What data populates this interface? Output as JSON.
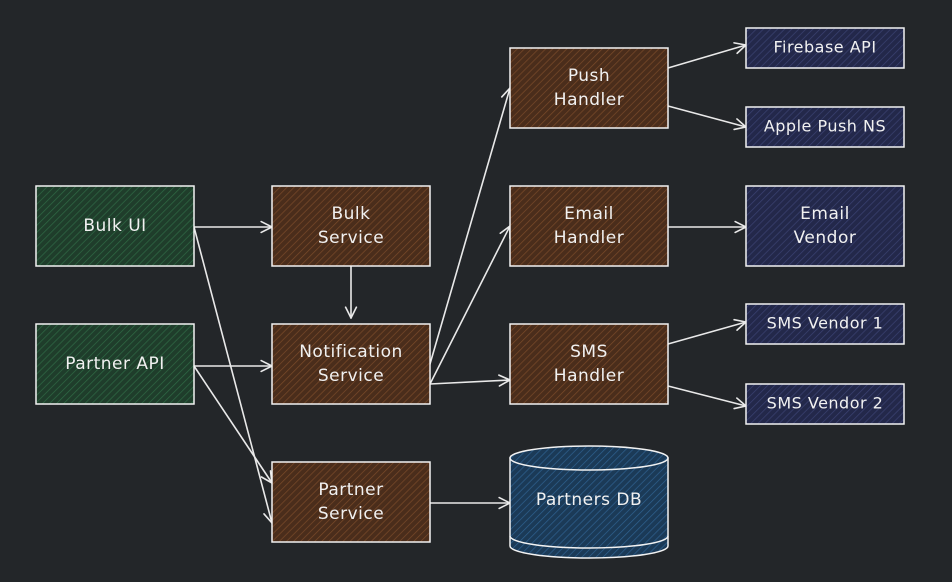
{
  "colors": {
    "background": "#232629",
    "client": "#1f3d2b",
    "service": "#4d2e1c",
    "vendor": "#25294a",
    "database": "#1c3a55",
    "stroke": "#f2f2f2"
  },
  "nodes": {
    "bulk_ui": {
      "lines": [
        "Bulk UI"
      ]
    },
    "partner_api": {
      "lines": [
        "Partner API"
      ]
    },
    "bulk_service": {
      "lines": [
        "Bulk",
        "Service"
      ]
    },
    "notification_service": {
      "lines": [
        "Notification",
        "Service"
      ]
    },
    "partner_service": {
      "lines": [
        "Partner",
        "Service"
      ]
    },
    "push_handler": {
      "lines": [
        "Push",
        "Handler"
      ]
    },
    "email_handler": {
      "lines": [
        "Email",
        "Handler"
      ]
    },
    "sms_handler": {
      "lines": [
        "SMS",
        "Handler"
      ]
    },
    "partners_db": {
      "lines": [
        "Partners DB"
      ]
    },
    "firebase_api": {
      "lines": [
        "Firebase API"
      ]
    },
    "apple_push_ns": {
      "lines": [
        "Apple Push NS"
      ]
    },
    "email_vendor": {
      "lines": [
        "Email",
        "Vendor"
      ]
    },
    "sms_vendor_1": {
      "lines": [
        "SMS Vendor 1"
      ]
    },
    "sms_vendor_2": {
      "lines": [
        "SMS Vendor 2"
      ]
    }
  },
  "edges": [
    [
      "bulk_ui",
      "bulk_service"
    ],
    [
      "bulk_ui",
      "partner_service"
    ],
    [
      "partner_api",
      "notification_service"
    ],
    [
      "partner_api",
      "partner_service"
    ],
    [
      "bulk_service",
      "notification_service"
    ],
    [
      "notification_service",
      "push_handler"
    ],
    [
      "notification_service",
      "email_handler"
    ],
    [
      "notification_service",
      "sms_handler"
    ],
    [
      "partner_service",
      "partners_db"
    ],
    [
      "push_handler",
      "firebase_api"
    ],
    [
      "push_handler",
      "apple_push_ns"
    ],
    [
      "email_handler",
      "email_vendor"
    ],
    [
      "sms_handler",
      "sms_vendor_1"
    ],
    [
      "sms_handler",
      "sms_vendor_2"
    ]
  ]
}
